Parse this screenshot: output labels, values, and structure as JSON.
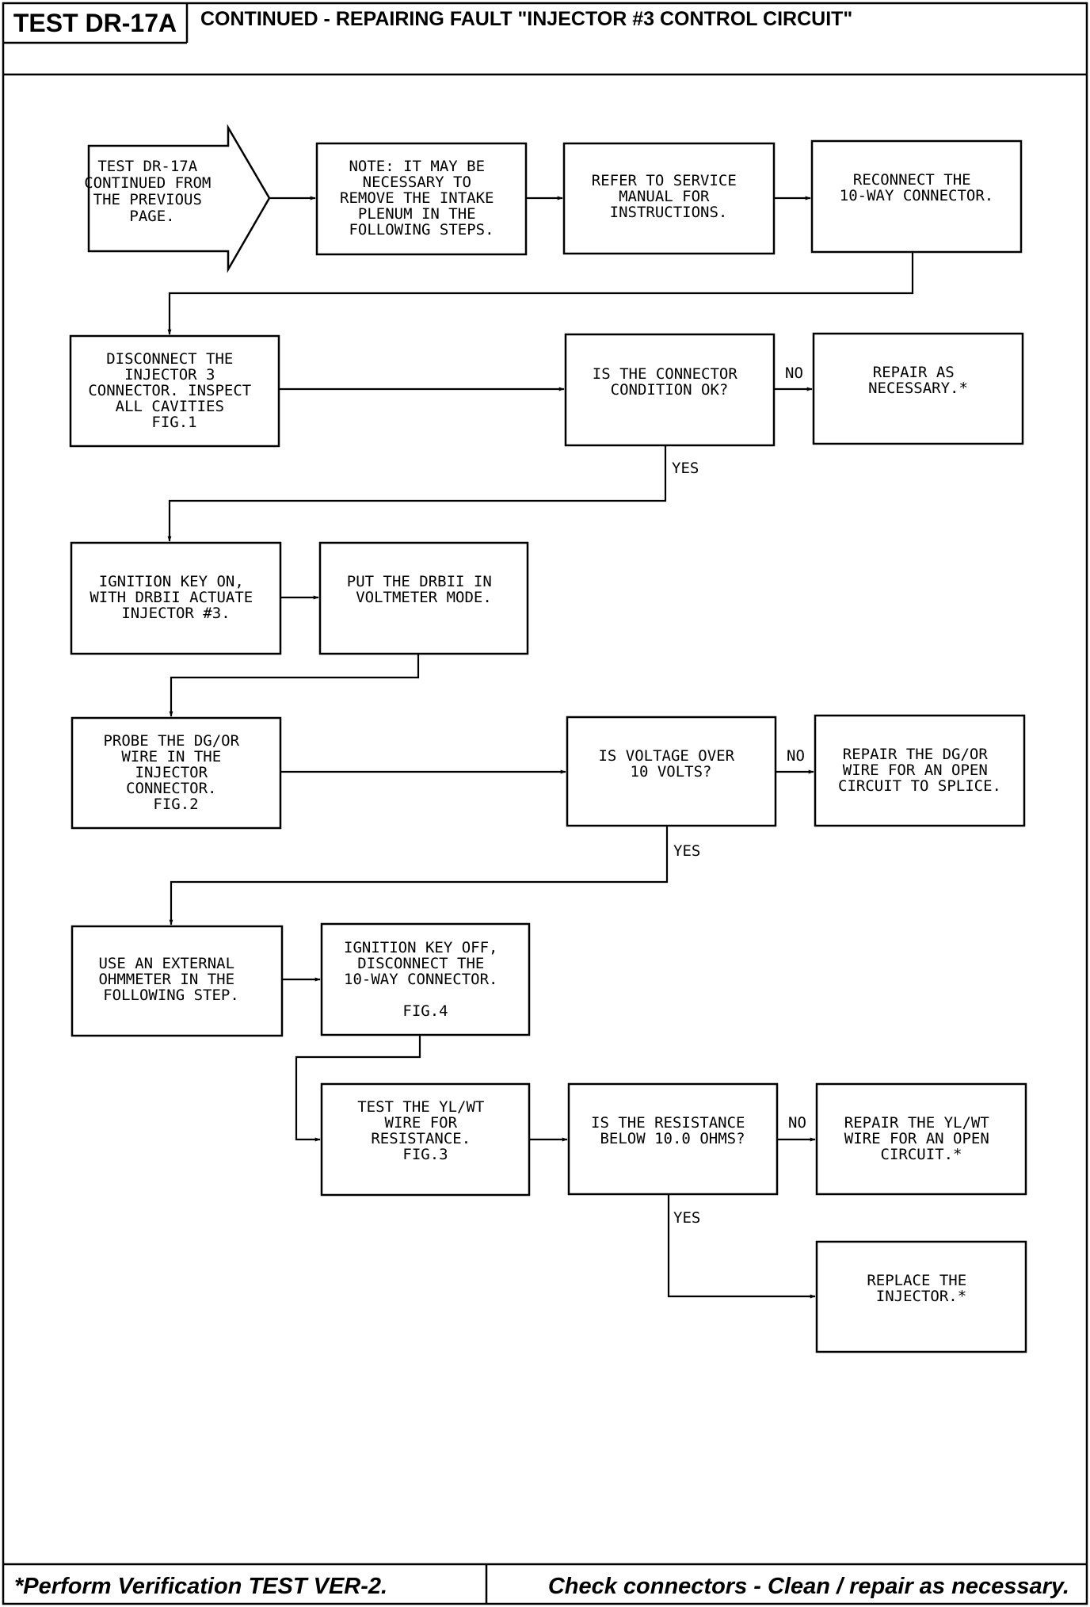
{
  "header": {
    "test_id": "TEST DR-17A",
    "title": "CONTINUED - REPAIRING FAULT \"INJECTOR #3 CONTROL CIRCUIT\""
  },
  "flowchart": {
    "start": [
      "TEST DR-17A",
      "CONTINUED FROM",
      "THE PREVIOUS",
      "PAGE."
    ],
    "note": [
      "NOTE: IT MAY BE",
      "NECESSARY TO",
      "REMOVE THE INTAKE",
      "PLENUM IN THE",
      "FOLLOWING STEPS."
    ],
    "refer_manual": [
      "REFER TO SERVICE",
      "MANUAL FOR",
      "INSTRUCTIONS."
    ],
    "reconnect": [
      "RECONNECT THE",
      "10-WAY CONNECTOR."
    ],
    "disconnect_injector": [
      "DISCONNECT THE",
      "INJECTOR 3",
      "CONNECTOR. INSPECT",
      "ALL CAVITIES",
      "FIG.1"
    ],
    "connector_ok": [
      "IS THE CONNECTOR",
      "CONDITION OK?"
    ],
    "repair_necessary": [
      "REPAIR AS",
      "NECESSARY.*"
    ],
    "ignition_on": [
      "IGNITION KEY ON,",
      "WITH DRBII ACTUATE",
      "INJECTOR #3."
    ],
    "voltmeter_mode": [
      "PUT THE DRBII IN",
      "VOLTMETER MODE."
    ],
    "probe_wire": [
      "PROBE THE DG/OR",
      "WIRE IN THE",
      "INJECTOR",
      "CONNECTOR.",
      "FIG.2"
    ],
    "voltage_over": [
      "IS VOLTAGE OVER",
      "10 VOLTS?"
    ],
    "repair_dg_or": [
      "REPAIR THE DG/OR",
      "WIRE FOR AN OPEN",
      "CIRCUIT TO SPLICE."
    ],
    "external_ohmmeter": [
      "USE AN EXTERNAL",
      "OHMMETER IN THE",
      "FOLLOWING STEP."
    ],
    "ignition_off": [
      "IGNITION KEY OFF,",
      "DISCONNECT THE",
      "10-WAY CONNECTOR.",
      "",
      "FIG.4"
    ],
    "test_yl_wt": [
      "TEST THE YL/WT",
      "WIRE FOR",
      "RESISTANCE.",
      "FIG.3"
    ],
    "resistance_below": [
      "IS THE RESISTANCE",
      "BELOW 10.0 OHMS?"
    ],
    "repair_yl_wt": [
      "REPAIR THE YL/WT",
      "WIRE FOR AN OPEN",
      "CIRCUIT.*"
    ],
    "replace_injector": [
      "REPLACE THE",
      "INJECTOR.*"
    ],
    "labels": {
      "no": "NO",
      "yes": "YES"
    }
  },
  "footer": {
    "left": "*Perform Verification TEST VER-2.",
    "right": "Check connectors - Clean / repair as necessary."
  }
}
